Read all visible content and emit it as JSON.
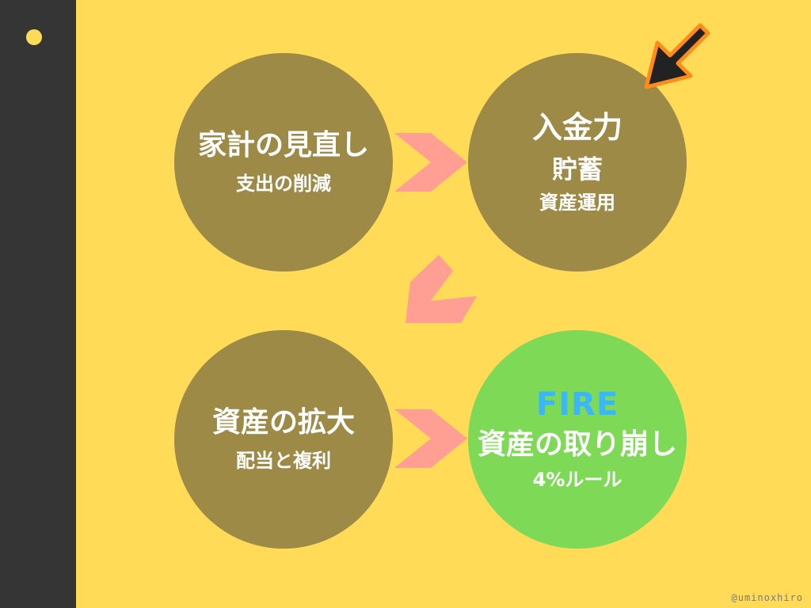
{
  "colors": {
    "background": "#FFDB58",
    "sidebar": "#353535",
    "circle": "#9E8A47",
    "fire_circle": "#7ED957",
    "fire_text": "#38B6FF",
    "chevron": "#FF9F94",
    "pointer_arrow": "#222222",
    "pointer_outline": "#FF8C1A"
  },
  "steps": [
    {
      "title": "家計の見直し",
      "subtitle": "支出の削減"
    },
    {
      "heading": "入金力",
      "title": "貯蓄",
      "subtitle": "資産運用"
    },
    {
      "title": "資産の拡大",
      "subtitle": "配当と複利"
    },
    {
      "heading": "FIRE",
      "title": "資産の取り崩し",
      "subtitle": "4%ルール"
    }
  ],
  "icons": {
    "sidebar_dot": "dot-icon",
    "pointer": "pointer-arrow-icon",
    "chevron": "chevron-icon"
  },
  "watermark": "@uminoxhiro"
}
